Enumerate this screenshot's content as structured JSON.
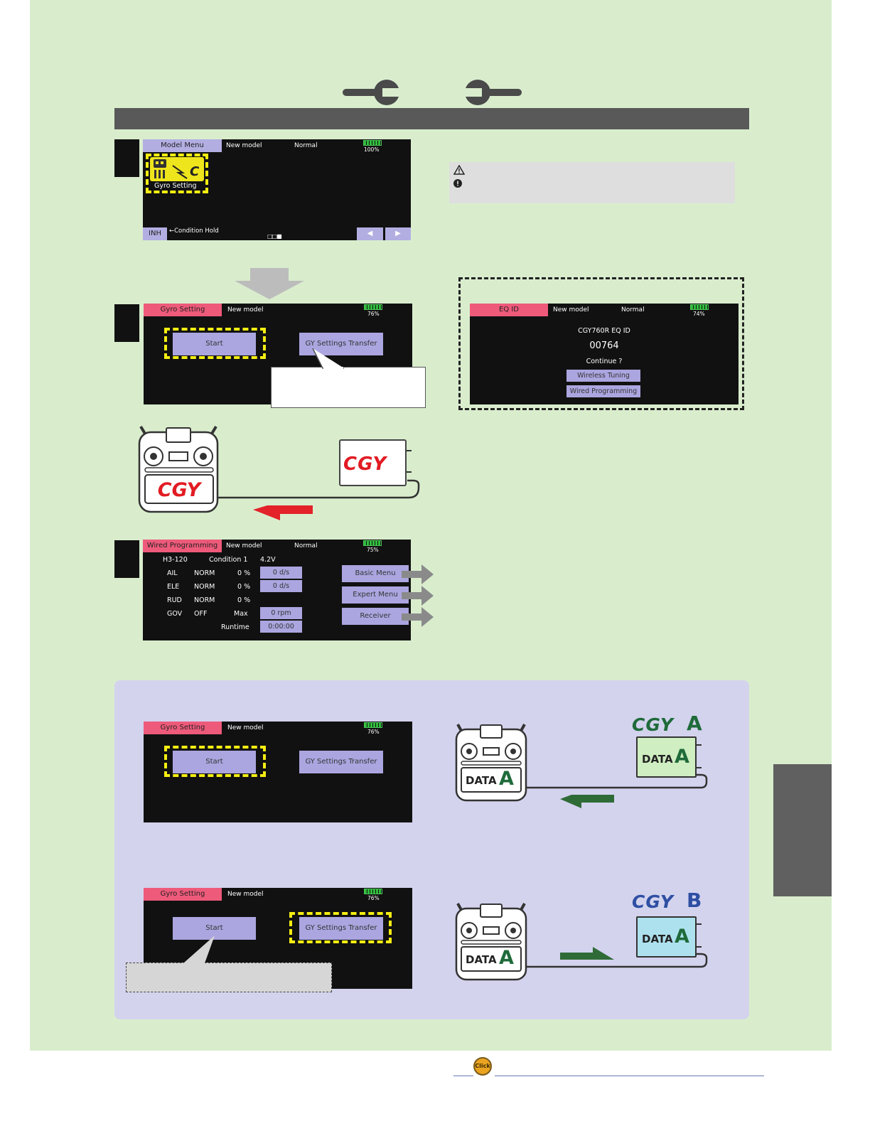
{
  "step1_screen": {
    "tag": "Model Menu",
    "model": "New model",
    "condition": "Normal",
    "battery": "100%",
    "icon_label": "Gyro Setting",
    "inh": "INH",
    "hold_text": "←Condition Hold",
    "page_dots": "□□■",
    "prev_arrow": "◀",
    "next_arrow": "▶"
  },
  "step2_screen": {
    "tag": "Gyro Setting",
    "model": "New model",
    "battery": "76%",
    "start": "Start",
    "transfer": "GY Settings Transfer"
  },
  "eq_screen": {
    "tag": "EQ ID",
    "model": "New model",
    "condition": "Normal",
    "battery": "74%",
    "device": "CGY760R EQ ID",
    "id_value": "00764",
    "prompt": "Continue ?",
    "wireless": "Wireless Tuning",
    "wired": "Wired Programming"
  },
  "wired_screen": {
    "tag": "Wired Programming",
    "model": "New model",
    "condition": "Normal",
    "battery": "75%",
    "swash": "H3-120",
    "cond_label": "Condition 1",
    "voltage": "4.2V",
    "rows": [
      {
        "ch": "AIL",
        "mode": "NORM",
        "pct": "0 %",
        "val": "0 d/s"
      },
      {
        "ch": "ELE",
        "mode": "NORM",
        "pct": "0 %",
        "val": "0 d/s"
      },
      {
        "ch": "RUD",
        "mode": "NORM",
        "pct": "0 %",
        "val": ""
      },
      {
        "ch": "GOV",
        "mode": "OFF",
        "pct": "Max",
        "val": "0 rpm"
      }
    ],
    "runtime_label": "Runtime",
    "runtime_value": "0:00:00",
    "basic": "Basic Menu",
    "expert": "Expert Menu",
    "receiver": "Receiver"
  },
  "lower_a_screen": {
    "tag": "Gyro Setting",
    "model": "New model",
    "battery": "76%",
    "start": "Start",
    "transfer": "GY Settings Transfer"
  },
  "lower_b_screen": {
    "tag": "Gyro Setting",
    "model": "New model",
    "battery": "76%",
    "start": "Start",
    "transfer": "GY Settings Transfer"
  },
  "diagram": {
    "logo": "CGY",
    "data_word": "DATA",
    "letter_a": "A",
    "letter_b": "B"
  },
  "colors": {
    "page_bg": "#d9edcd",
    "lower_panel": "#d3d3ee",
    "red_arrow": "#e3222a",
    "green_arrow": "#2f6b37",
    "green_logo": "#1f6b3a",
    "blue_logo": "#2e4fa3",
    "data_green": "#cfeec1",
    "data_blue": "#aee1ee"
  },
  "footer": {
    "click_label": "Click"
  }
}
